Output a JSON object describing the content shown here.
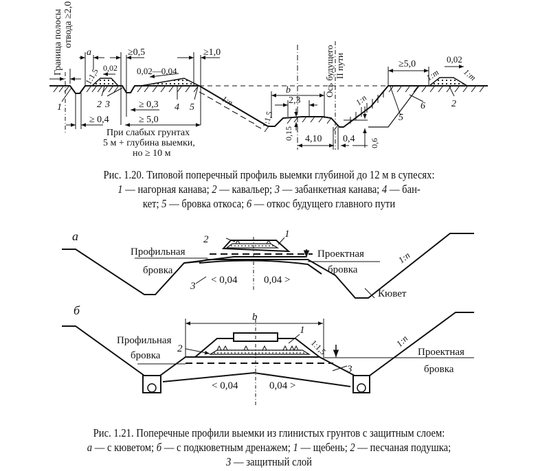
{
  "fig20": {
    "labels": {
      "boundary_line1": "Граница полосы",
      "boundary_line2": "отвода ≥2,0",
      "a": "a",
      "ge05": "≥0,5",
      "ge10": "≥1,0",
      "slope_15_left": "1:1,5",
      "slope_002": "0,02",
      "slope_002_004": "0,02—0,04",
      "ge03": "≥ 0,3",
      "ge50_left": "≥ 5,0",
      "ge04": "≥ 0,4",
      "soft1": "При слабых грунтах",
      "soft2": "5 м + глубина выемки,",
      "soft3": "но ≥ 10 м",
      "slope_1n_left": "1:n",
      "b": "b",
      "d23": "2,3",
      "slope_15_mid": "1:1,5",
      "d015": "0,15",
      "d410": "4,10",
      "axis1": "Ось будущего",
      "axis2": "II пути",
      "d04": "0,4",
      "d06": "0,6",
      "slope_1n_right": "1:n",
      "ge50_right": "≥5,0",
      "slope_002_right": "0,02",
      "slope_1m_a": "1:m",
      "slope_1m_b": "1:m",
      "n1": "1",
      "n2a": "2",
      "n3": "3",
      "n4": "4",
      "n5a": "5",
      "n5b": "5",
      "n6": "6",
      "n2b": "2"
    },
    "caption": {
      "title": "Рис. 1.20. Типовой поперечный профиль выемки глубиной до 12 м в супесях:",
      "i1": "1",
      "t1": " — нагорная канава; ",
      "i2": "2",
      "t2": " — кавальер; ",
      "i3": "3",
      "t3": " — забанкетная канава; ",
      "i4": "4",
      "t4": " — бан-",
      "t4b": "кет; ",
      "i5": "5",
      "t5": " — бровка откоса; ",
      "i6": "6",
      "t6": " — откос будущего главного пути"
    }
  },
  "fig21": {
    "a": {
      "letter": "а",
      "profile1": "Профильная",
      "profile2": "бровка",
      "project1": "Проектная",
      "project2": "бровка",
      "slope_l": "< 0,04",
      "slope_r": "0,04 >",
      "slope_1n": "1:n",
      "kyuvet": "Кювет",
      "n1": "1",
      "n2": "2",
      "n3": "3"
    },
    "b": {
      "letter": "б",
      "bwidth": "b",
      "profile1": "Профильная",
      "profile2": "бровка",
      "project1": "Проектная",
      "project2": "бровка",
      "slope_l": "< 0,04",
      "slope_r": "0,04 >",
      "slope_1n": "1:n",
      "slope_15": "1:1,5",
      "n1": "1",
      "n2": "2",
      "n3": "3"
    },
    "caption": {
      "title": "Рис. 1.21. Поперечные профили выемки из глинистых грунтов с защитным слоем:",
      "ia": "а",
      "ta": " — с кюветом; ",
      "ib": "б",
      "tb": " — с подкюветным дренажем; ",
      "i1": "1",
      "t1": " — щебень; ",
      "i2": "2",
      "t2": " — песчаная подушка;",
      "i3": "3",
      "t3": " — защитный слой"
    }
  }
}
